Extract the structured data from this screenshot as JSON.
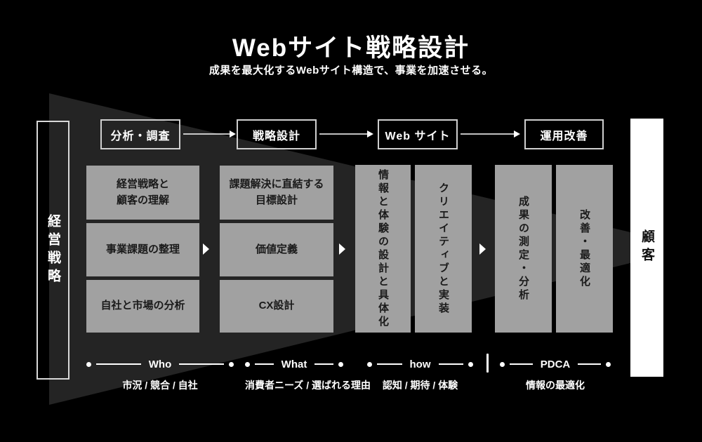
{
  "title": "Webサイト戦略設計",
  "subtitle": "成果を最大化するWebサイト構造で、事業を加速させる。",
  "colors": {
    "background": "#000000",
    "funnel": "#242424",
    "card": "#a1a1a1",
    "text_on_card": "#1a1a1a",
    "accent_text": "#ffffff"
  },
  "left_rail": {
    "label": "経営戦略"
  },
  "right_rail": {
    "label": "顧客"
  },
  "stages": [
    {
      "label": "分析・調査"
    },
    {
      "label": "戦略設計"
    },
    {
      "label": "Web サイト"
    },
    {
      "label": "運用改善"
    }
  ],
  "phase1": {
    "boxes": [
      "経営戦略と\n顧客の理解",
      "事業課題の整理",
      "自社と市場の分析"
    ]
  },
  "phase2": {
    "boxes": [
      "課題解決に直結する\n目標設計",
      "価値定義",
      "CX設計"
    ]
  },
  "phase3": {
    "boxes": [
      "情報と体験の設計と具体化",
      "クリエイティブと実装"
    ]
  },
  "phase4": {
    "boxes": [
      "成果の測定・分析",
      "改善・最適化"
    ]
  },
  "footer": {
    "groups": [
      {
        "label": "Who",
        "sub": "市況 / 競合 / 自社"
      },
      {
        "label": "What",
        "sub": "消費者ニーズ / 選ばれる理由"
      },
      {
        "label": "how",
        "sub": "認知 / 期待 / 体験"
      },
      {
        "label": "PDCA",
        "sub": "情報の最適化"
      }
    ]
  }
}
